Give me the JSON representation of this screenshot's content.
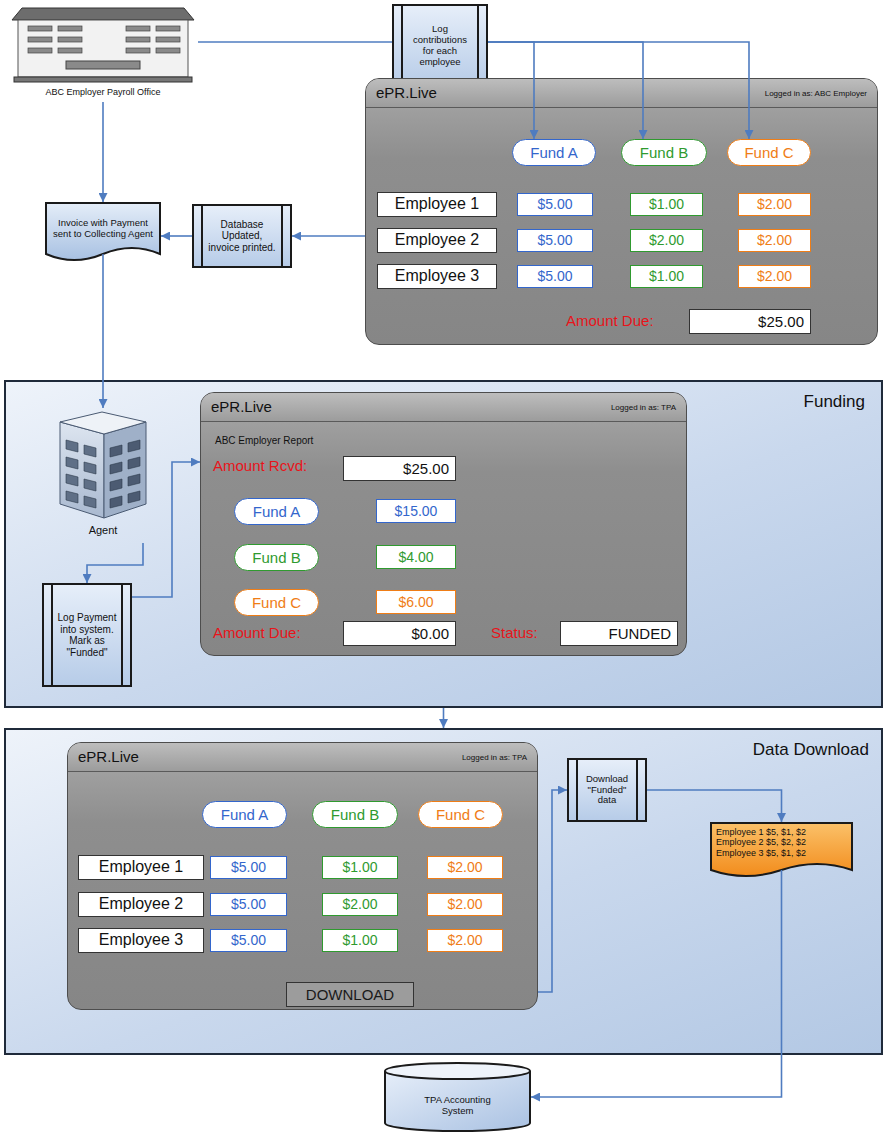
{
  "diagram": {
    "nodes": [
      {
        "text": [
          "ABC Employer Payroll Office"
        ]
      },
      {
        "text": [
          "Log contributions for each employee"
        ]
      },
      {
        "text": [
          "ePR.Live",
          "Logged in as: ABC Employer",
          "Amount Due:"
        ]
      },
      {
        "text": [
          "Fund A"
        ],
        "in": 2
      },
      {
        "text": [
          "Fund B"
        ],
        "in": 2
      },
      {
        "text": [
          "Fund C"
        ],
        "in": 2
      },
      {
        "text": [
          "Employee 1"
        ],
        "in": 2
      },
      {
        "text": [
          "$5.00"
        ],
        "in": 2
      },
      {
        "text": [
          "$1.00"
        ],
        "in": 2
      },
      {
        "text": [
          "$2.00"
        ],
        "in": 2
      },
      {
        "text": [
          "Employee 2"
        ],
        "in": 2
      },
      {
        "text": [
          "$5.00"
        ],
        "in": 2
      },
      {
        "text": [
          "$2.00"
        ],
        "in": 2
      },
      {
        "text": [
          "$2.00"
        ],
        "in": 2
      },
      {
        "text": [
          "Employee 3"
        ],
        "in": 2
      },
      {
        "text": [
          "$5.00"
        ],
        "in": 2
      },
      {
        "text": [
          "$1.00"
        ],
        "in": 2
      },
      {
        "text": [
          "$2.00"
        ],
        "in": 2
      },
      {
        "text": [
          "$25.00"
        ],
        "in": 2
      },
      {
        "text": [
          "Database Updated, invoice printed."
        ]
      },
      {
        "text": [
          "Invoice with Payment sent to Collecting Agent"
        ]
      },
      {
        "text": [
          "Funding"
        ]
      },
      {
        "text": [
          "Agent"
        ],
        "in": 21
      },
      {
        "text": [
          "Log Payment into system. Mark as \"Funded\""
        ],
        "in": 21
      },
      {
        "text": [
          "ePR.Live",
          "Logged in as: TPA",
          "ABC Employer Report",
          "Amount Rcvd:",
          "Amount Due:",
          "Status:"
        ],
        "in": 21
      },
      {
        "text": [
          "$25.00"
        ],
        "in": 24
      },
      {
        "text": [
          "Fund A"
        ],
        "in": 24
      },
      {
        "text": [
          "$15.00"
        ],
        "in": 24
      },
      {
        "text": [
          "Fund B"
        ],
        "in": 24
      },
      {
        "text": [
          "$4.00"
        ],
        "in": 24
      },
      {
        "text": [
          "Fund C"
        ],
        "in": 24
      },
      {
        "text": [
          "$6.00"
        ],
        "in": 24
      },
      {
        "text": [
          "$0.00"
        ],
        "in": 24
      },
      {
        "text": [
          "FUNDED"
        ],
        "in": 24
      },
      {
        "text": [
          "Data Download"
        ]
      },
      {
        "text": [
          "ePR.Live",
          "Logged in as: TPA"
        ],
        "in": 34
      },
      {
        "text": [
          "Fund A"
        ],
        "in": 35
      },
      {
        "text": [
          "Fund B"
        ],
        "in": 35
      },
      {
        "text": [
          "Fund C"
        ],
        "in": 35
      },
      {
        "text": [
          "Employee 1"
        ],
        "in": 35
      },
      {
        "text": [
          "$5.00"
        ],
        "in": 35
      },
      {
        "text": [
          "$1.00"
        ],
        "in": 35
      },
      {
        "text": [
          "$2.00"
        ],
        "in": 35
      },
      {
        "text": [
          "Employee 2"
        ],
        "in": 35
      },
      {
        "text": [
          "$5.00"
        ],
        "in": 35
      },
      {
        "text": [
          "$2.00"
        ],
        "in": 35
      },
      {
        "text": [
          "$2.00"
        ],
        "in": 35
      },
      {
        "text": [
          "Employee 3"
        ],
        "in": 35
      },
      {
        "text": [
          "$5.00"
        ],
        "in": 35
      },
      {
        "text": [
          "$1.00"
        ],
        "in": 35
      },
      {
        "text": [
          "$2.00"
        ],
        "in": 35
      },
      {
        "text": [
          "DOWNLOAD"
        ],
        "in": 35
      },
      {
        "text": [
          "Download \"Funded\" data"
        ],
        "in": 34
      },
      {
        "text": [
          "Employee 1 $5, $1, $2",
          "Employee 2 $5, $2, $2",
          "Employee 3 $5, $1, $2"
        ],
        "in": 34
      },
      {
        "text": [
          "TPA Accounting System"
        ]
      }
    ],
    "edges": [
      {
        "from": 0,
        "to": 1,
        "arrow": "none"
      },
      {
        "from": 1,
        "to": 3,
        "arrow": "to"
      },
      {
        "from": 1,
        "to": 4,
        "arrow": "to"
      },
      {
        "from": 1,
        "to": 5,
        "arrow": "to"
      },
      {
        "from": 2,
        "to": 19,
        "arrow": "to"
      },
      {
        "from": 19,
        "to": 20,
        "arrow": "to"
      },
      {
        "from": 0,
        "to": 20,
        "arrow": "to"
      },
      {
        "from": 20,
        "to": 22,
        "arrow": "to"
      },
      {
        "from": 22,
        "to": 23,
        "arrow": "to"
      },
      {
        "from": 23,
        "to": 24,
        "arrow": "to"
      },
      {
        "from": 21,
        "to": 34,
        "arrow": "to"
      },
      {
        "from": 35,
        "to": 52,
        "arrow": "to"
      },
      {
        "from": 52,
        "to": 53,
        "arrow": "to"
      },
      {
        "from": 53,
        "to": 54,
        "arrow": "to"
      }
    ]
  }
}
